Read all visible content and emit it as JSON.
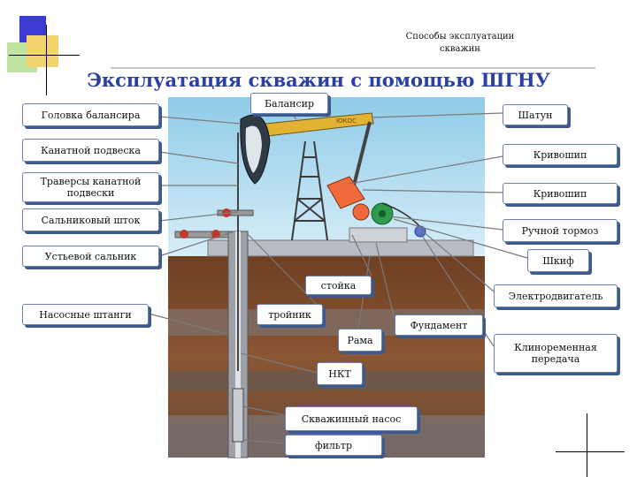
{
  "header": {
    "line1": "Способы эксплуатации",
    "line2": "скважин"
  },
  "title": "Эксплуатация скважин с помощью ШГНУ",
  "labels": {
    "balancer_head": "Головка балансира",
    "balancer": "Балансир",
    "connecting_rod": "Шатун",
    "cable_hanger": "Канатной подвеска",
    "crank1": "Кривошип",
    "traverse": "Траверсы канатной подвески",
    "crank2": "Кривошип",
    "polished_rod": "Сальниковый шток",
    "hand_brake": "Ручной тормоз",
    "wellhead_gland": "Устьевой сальник",
    "pulley": "Шкиф",
    "post": "стойка",
    "motor": "Электродвигатель",
    "pump_rods": "Насосные штанги",
    "tee": "тройник",
    "foundation": "Фундамент",
    "frame": "Рама",
    "belt_drive": "Клиноременная передача",
    "tubing": "НКТ",
    "well_pump": "Скважинный насос",
    "filter": "фильтр"
  },
  "image_text": {
    "beam_marking": "ЮКОС"
  },
  "colors": {
    "title": "#2d3fa2",
    "label_shadow": "#3d5a8c",
    "sky": "#a9d8ef",
    "soil": "#7a4a2c",
    "crank": "#f06a3b",
    "pulley": "#2e9c4a"
  }
}
